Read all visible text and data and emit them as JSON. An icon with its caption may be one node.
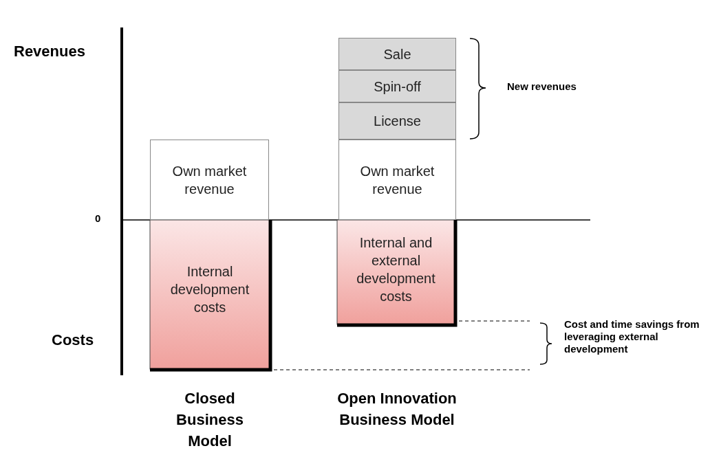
{
  "diagram": {
    "nodes": [
      {
        "text": [
          "Sale"
        ]
      },
      {
        "text": [
          "Spin-off"
        ]
      },
      {
        "text": [
          "License"
        ]
      },
      {
        "text": [
          "Own market revenue"
        ]
      },
      {
        "text": [
          "Own market revenue"
        ]
      },
      {
        "text": [
          "Internal development costs"
        ]
      },
      {
        "text": [
          "Internal and external development costs"
        ]
      }
    ],
    "labels": [
      "Revenues",
      "New revenues",
      "0",
      "Cost and time savings from leveraging external development",
      "Costs",
      "Closed Business Model",
      "Open Innovation Business Model"
    ]
  }
}
